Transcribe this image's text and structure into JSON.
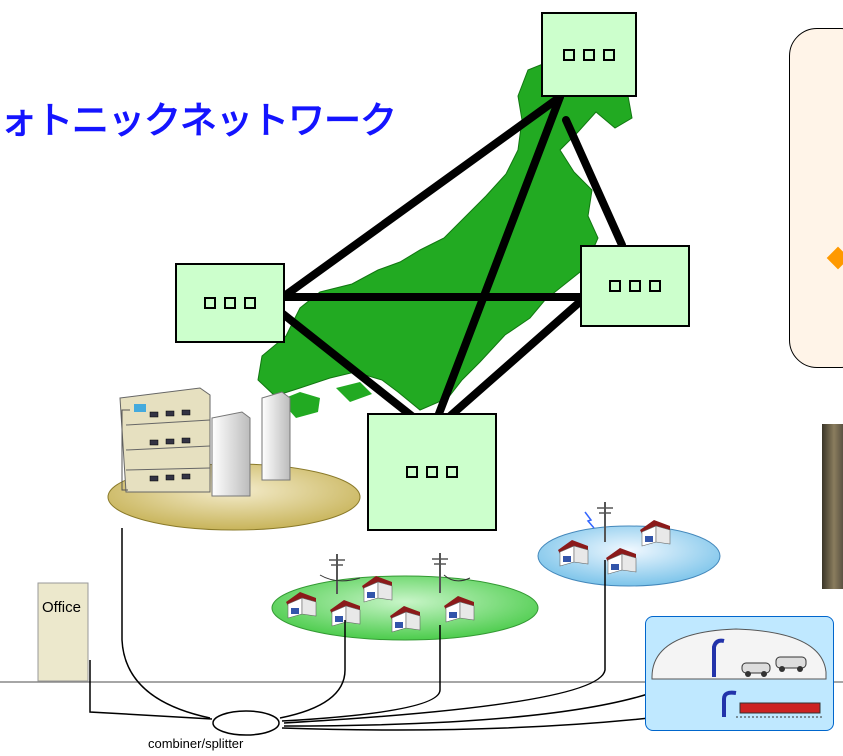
{
  "title": "ォトニックネットワーク",
  "labels": {
    "office": "Office",
    "combiner": "combiner/splitter"
  },
  "nodes": [
    {
      "id": "top",
      "indicator_count": 3
    },
    {
      "id": "left",
      "indicator_count": 3
    },
    {
      "id": "right",
      "indicator_count": 3
    },
    {
      "id": "center",
      "indicator_count": 3
    }
  ],
  "links": [
    [
      "top",
      "left"
    ],
    [
      "top",
      "right"
    ],
    [
      "top",
      "center"
    ],
    [
      "left",
      "right"
    ],
    [
      "left",
      "center"
    ],
    [
      "right",
      "center"
    ]
  ],
  "colors": {
    "title": "#1414ff",
    "map_green": "#22aa22",
    "node_fill": "#ccffcc",
    "building_area": "#d8c878",
    "residential_area": "#66dd66",
    "rural_area": "#88ccee",
    "transport_area": "#bfe8ff",
    "callout_fill": "#fff4e8"
  },
  "icons": [
    "office-building-icon",
    "apartment-building-icon",
    "house-icon",
    "utility-pole-icon",
    "car-icon",
    "train-icon",
    "tunnel-icon",
    "laptop-icon"
  ]
}
